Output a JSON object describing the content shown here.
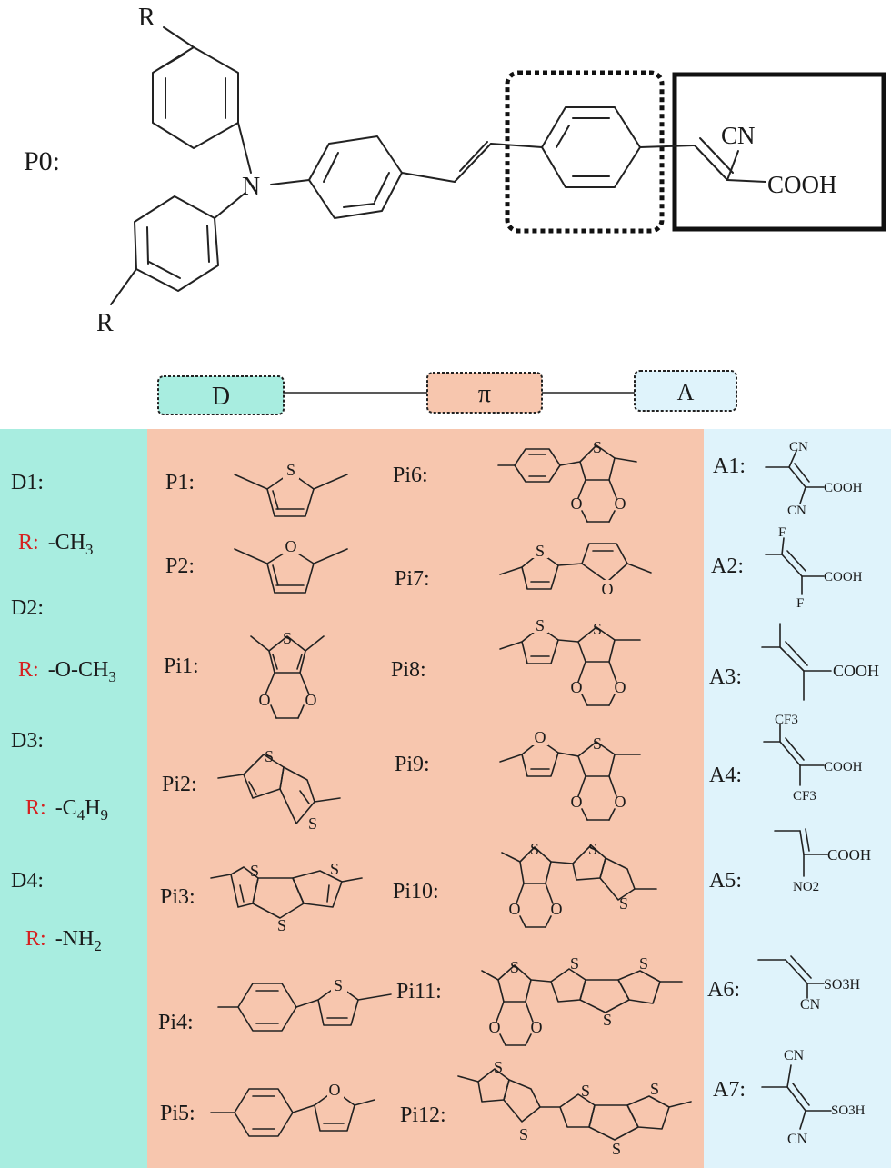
{
  "p0": {
    "label": "P0:",
    "r_top": "R",
    "r_bottom": "R",
    "n": "N",
    "cn": "CN",
    "cooh": "COOH"
  },
  "dpa": {
    "d": "D",
    "pi": "π",
    "a": "A"
  },
  "colors": {
    "donor_bg": "#a8ede0",
    "pi_bg": "#f7c6ae",
    "acceptor_bg": "#dff3fb",
    "r_label": "#d62020"
  },
  "donors": [
    {
      "label": "D1:",
      "r": "R:",
      "sub": "-CH",
      "subscript": "3",
      "tail": ""
    },
    {
      "label": "D2:",
      "r": "R:",
      "sub": "-O-CH",
      "subscript": "3",
      "tail": ""
    },
    {
      "label": "D3:",
      "r": "R:",
      "sub": "-C",
      "subscript": "4",
      "tail": "H",
      "subscript2": "9"
    },
    {
      "label": "D4:",
      "r": "R:",
      "sub": "-NH",
      "subscript": "2",
      "tail": ""
    }
  ],
  "pi_left": [
    "P1:",
    "P2:",
    "Pi1:",
    "Pi2:",
    "Pi3:",
    "Pi4:",
    "Pi5:"
  ],
  "pi_right": [
    "Pi6:",
    "Pi7:",
    "Pi8:",
    "Pi9:",
    "Pi10:",
    "Pi11:",
    "Pi12:"
  ],
  "atoms": {
    "s": "S",
    "o": "O",
    "f": "F",
    "cn": "CN",
    "cooh": "COOH",
    "cf3": "CF3",
    "no2": "NO2",
    "so3h": "SO3H"
  },
  "acceptors": [
    "A1:",
    "A2:",
    "A3:",
    "A4:",
    "A5:",
    "A6:",
    "A7:"
  ]
}
